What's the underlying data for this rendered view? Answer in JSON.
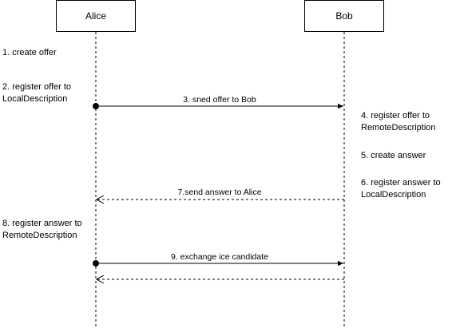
{
  "participants": {
    "alice": "Alice",
    "bob": "Bob"
  },
  "steps": {
    "s1": "1. create offer",
    "s2": "2. register offer to\nLocalDescription",
    "s3": "3. sned offer to Bob",
    "s4": "4. register offer to\nRemoteDescription",
    "s5": "5. create answer",
    "s6": "6. register answer to\nLocalDescription",
    "s7": "7.send answer to Alice",
    "s8": "8. register answer to\nRemoteDescription",
    "s9": "9. exchange ice candidate"
  },
  "messages": [
    {
      "from": "Alice",
      "to": "Bob",
      "style": "solid",
      "label": "3. sned offer to Bob"
    },
    {
      "from": "Bob",
      "to": "Alice",
      "style": "dashed",
      "label": "7.send answer to Alice"
    },
    {
      "from": "Alice",
      "to": "Bob",
      "style": "solid",
      "label": "9. exchange ice candidate"
    },
    {
      "from": "Bob",
      "to": "Alice",
      "style": "dashed",
      "label": ""
    }
  ]
}
